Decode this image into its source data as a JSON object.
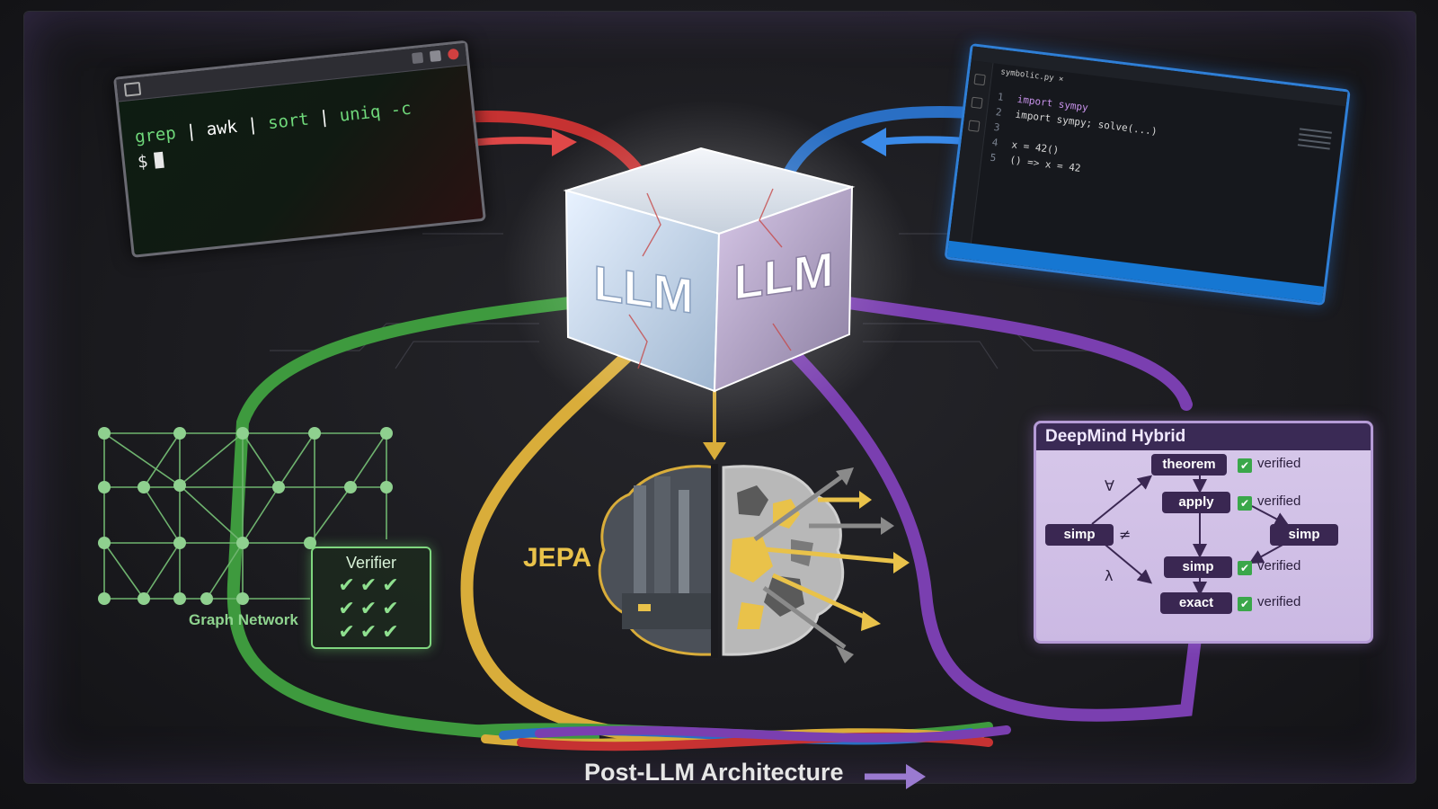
{
  "terminal": {
    "command_parts": [
      "grep",
      "|",
      "awk",
      "|",
      "sort",
      "|",
      "uniq -c"
    ],
    "prompt": "$"
  },
  "editor": {
    "tab": "symbolic.py",
    "lines": [
      {
        "n": "1",
        "code": "import sympy"
      },
      {
        "n": "2",
        "code": "import sympy; solve(...)"
      },
      {
        "n": "3",
        "code": ""
      },
      {
        "n": "4",
        "code": "x = 42()"
      },
      {
        "n": "5",
        "code": "() => x = 42"
      }
    ]
  },
  "cube": {
    "face_left": "LLM",
    "face_right": "LLM"
  },
  "graph": {
    "label": "Graph Network"
  },
  "verifier": {
    "title": "Verifier",
    "checks": [
      "✔✔✔",
      "✔✔✔",
      "✔✔✔"
    ]
  },
  "jepa": {
    "label": "JEPA"
  },
  "deepmind": {
    "title": "DeepMind Hybrid",
    "nodes": {
      "theorem": "theorem",
      "apply": "apply",
      "simp_left": "simp",
      "simp_right": "simp",
      "simp_mid": "simp",
      "exact": "exact"
    },
    "verified_label": "verified",
    "symbols": {
      "forall": "∀",
      "lambda": "λ",
      "not_equal": "≠"
    }
  },
  "footer": {
    "label": "Post-LLM Architecture"
  },
  "colors": {
    "terminal_wire": "#d63a3a",
    "editor_wire": "#2f7fd6",
    "graph_wire": "#3e9a3e",
    "jepa_wire": "#d9ad3a",
    "deepmind_wire": "#7a3fb0",
    "accent_purple": "#9a7ad0"
  }
}
